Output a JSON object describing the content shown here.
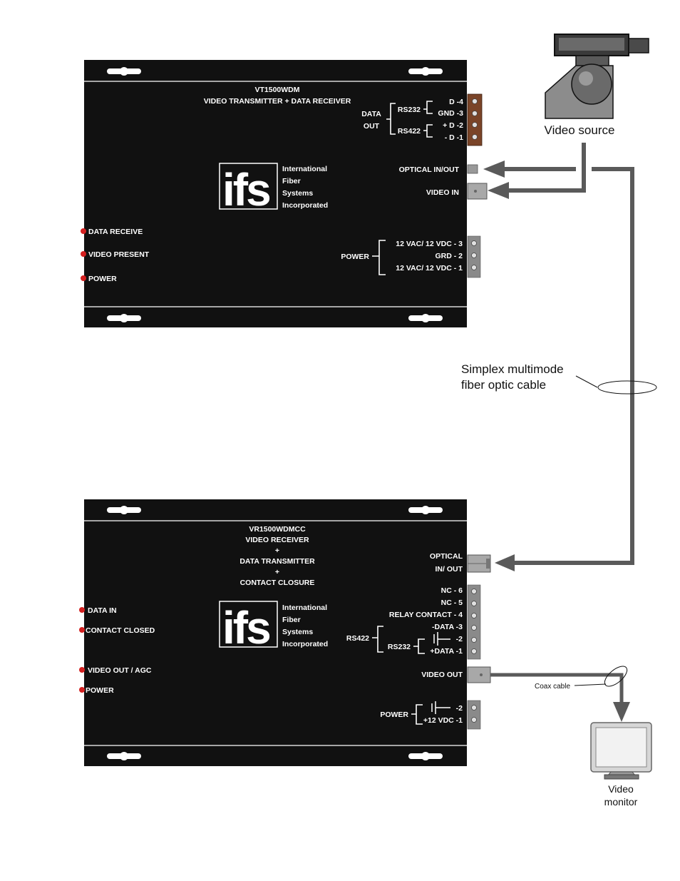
{
  "transmitter": {
    "model": "VT1500WDM",
    "desc": "VIDEO TRANSMITTER +  DATA RECEIVER",
    "data_label_1": "DATA",
    "data_label_2": "OUT",
    "rs232": "RS232",
    "rs422": "RS422",
    "terminals": [
      "D -4",
      "GND -3",
      "+ D -2",
      "- D -1"
    ],
    "optical": "OPTICAL IN/OUT",
    "video_in": "VIDEO IN",
    "leds": [
      "DATA RECEIVE",
      "VIDEO PRESENT",
      "POWER"
    ],
    "power_label": "POWER",
    "power_terminals": [
      "12 VAC/ 12 VDC - 3",
      "GRD - 2",
      "12 VAC/ 12 VDC - 1"
    ]
  },
  "receiver": {
    "model": "VR1500WDMCC",
    "desc_lines": [
      "VIDEO RECEIVER",
      "+",
      "DATA TRANSMITTER",
      "+",
      "CONTACT CLOSURE"
    ],
    "optical_1": "OPTICAL",
    "optical_2": "IN/ OUT",
    "terminals": [
      "NC - 6",
      "NC - 5",
      "RELAY CONTACT - 4",
      "-DATA -3",
      "-2",
      "+DATA -1"
    ],
    "rs422": "RS422",
    "rs232": "RS232",
    "leds": [
      "DATA IN",
      "CONTACT CLOSED",
      "VIDEO OUT / AGC",
      "POWER"
    ],
    "video_out": "VIDEO OUT",
    "power_label": "POWER",
    "power_terminals": [
      "-2",
      "+12 VDC -1"
    ]
  },
  "logo": {
    "mark": "ifs",
    "lines": [
      "International",
      "Fiber",
      "Systems",
      "Incorporated"
    ]
  },
  "labels": {
    "video_source": "Video source",
    "fiber_1": "Simplex multimode",
    "fiber_2": "fiber optic cable",
    "coax": "Coax cable",
    "monitor_1": "Video",
    "monitor_2": "monitor"
  }
}
